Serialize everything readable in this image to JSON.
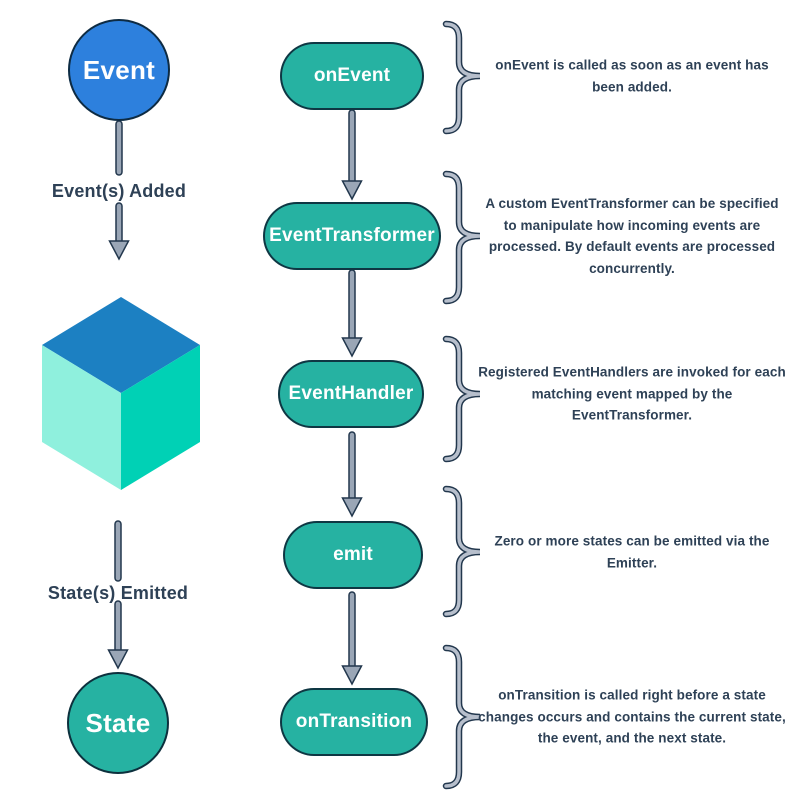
{
  "colors": {
    "background": "#ffffff",
    "event_blue": "#2d80dd",
    "node_teal": "#26b2a2",
    "cube_top": "#1c80c2",
    "cube_left": "#8ff0dd",
    "cube_right": "#00d1b5",
    "arrow_fill": "#9aa6b6",
    "arrow_outline": "#22374d",
    "brace_fill": "#b7bfcc",
    "text_dark": "#2e4156"
  },
  "left_flow": {
    "event_label": "Event",
    "event_arrow_label": "Event(s) Added",
    "state_arrow_label": "State(s) Emitted",
    "state_label": "State"
  },
  "pipeline": [
    {
      "label": "onEvent",
      "description": "onEvent is called as soon as an event has been added."
    },
    {
      "label": "EventTransformer",
      "description": "A custom EventTransformer can be specified to manipulate how incoming events are processed. By default events are processed concurrently."
    },
    {
      "label": "EventHandler",
      "description": "Registered EventHandlers are invoked for each matching event mapped by the EventTransformer."
    },
    {
      "label": "emit",
      "description": "Zero or more states can be emitted via the Emitter."
    },
    {
      "label": "onTransition",
      "description": "onTransition is called right before a state changes occurs and contains the current state, the event, and the next state."
    }
  ]
}
